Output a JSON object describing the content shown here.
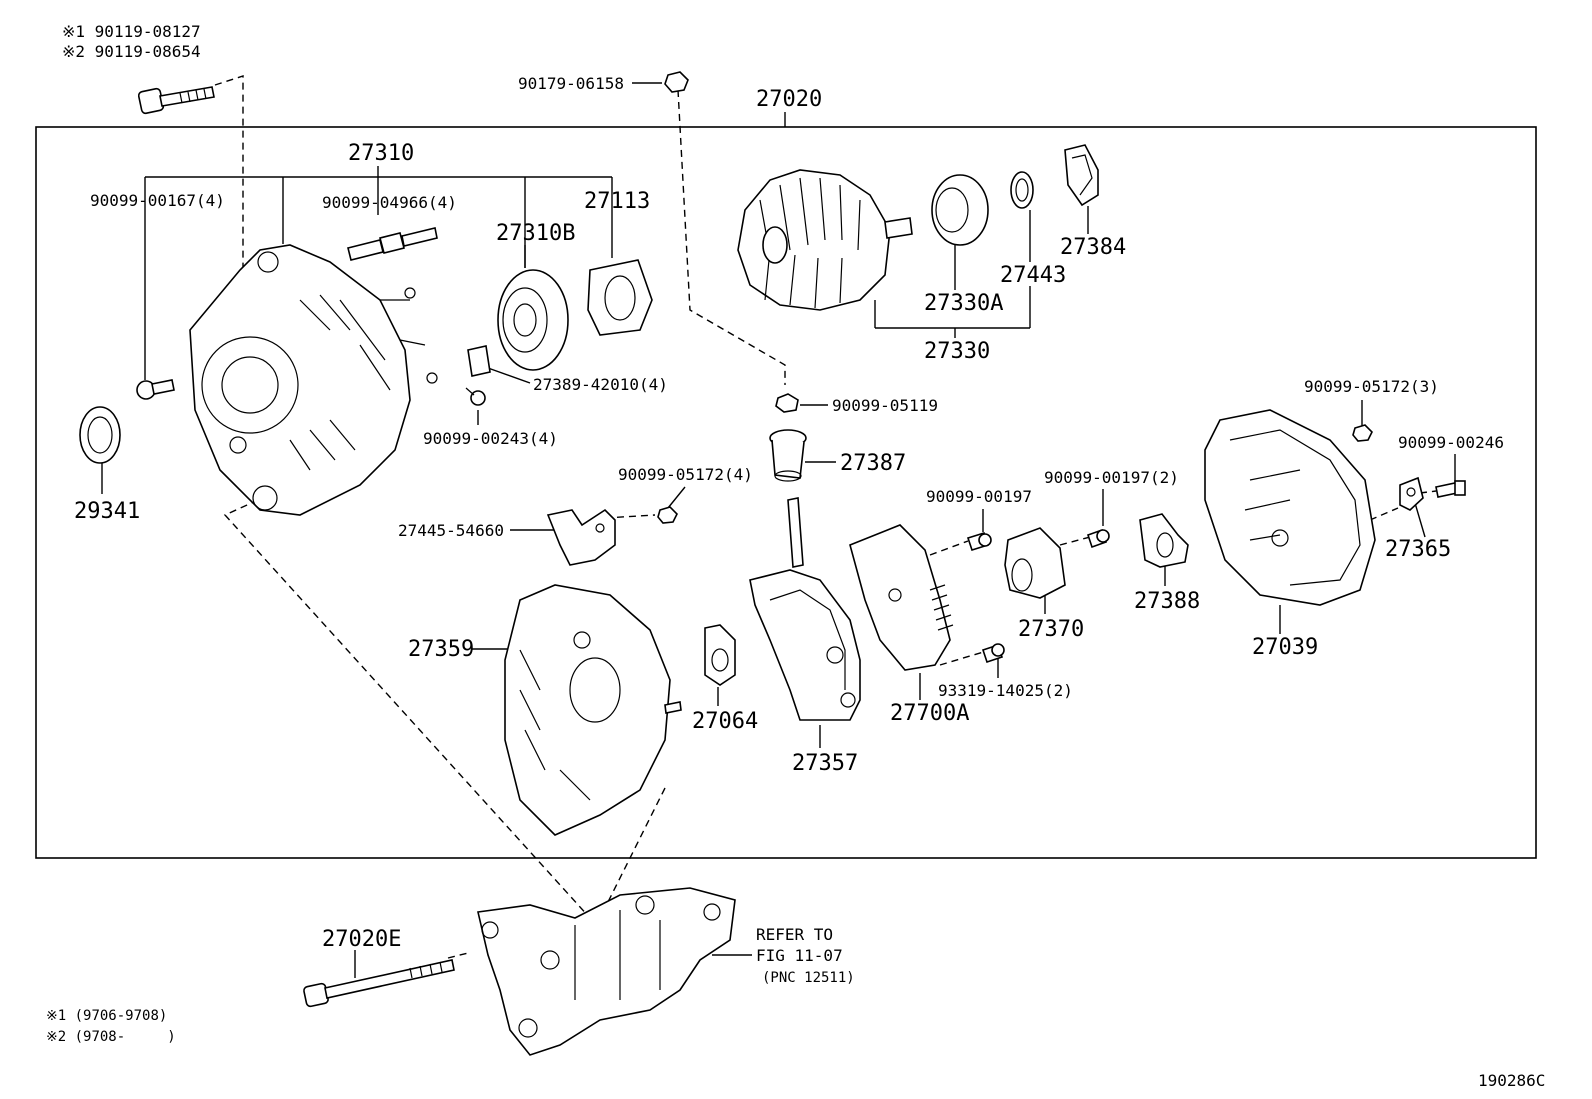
{
  "figure_code": "190286C",
  "notes": {
    "bolt_alt_1": "※1 90119-08127",
    "bolt_alt_2": "※2 90119-08654",
    "date_range_1": "※1 (9706-9708)",
    "date_range_2": "※2 (9708-     )"
  },
  "assembly": {
    "number": "27020"
  },
  "reference": {
    "line1": "REFER TO",
    "line2": "FIG 11-07",
    "line3": "(PNC 12511)"
  },
  "parts": {
    "p27310": "27310",
    "p90099_00167": "90099-00167(4)",
    "p90099_04966": "90099-04966(4)",
    "p27310B": "27310B",
    "p27113": "27113",
    "p27389_42010": "27389-42010(4)",
    "p90099_00243": "90099-00243(4)",
    "p29341": "29341",
    "p90179_06158": "90179-06158",
    "p27384": "27384",
    "p27443": "27443",
    "p27330A": "27330A",
    "p27330": "27330",
    "p90099_05119": "90099-05119",
    "p27387": "27387",
    "p90099_05172_3": "90099-05172(3)",
    "p90099_00246": "90099-00246",
    "p27365": "27365",
    "p90099_05172_4": "90099-05172(4)",
    "p27445_54660": "27445-54660",
    "p90099_00197": "90099-00197",
    "p90099_00197_2": "90099-00197(2)",
    "p27370": "27370",
    "p27388": "27388",
    "p27039": "27039",
    "p27359": "27359",
    "p27064": "27064",
    "p27357": "27357",
    "p27700A": "27700A",
    "p93319_14025": "93319-14025(2)",
    "p27020E": "27020E"
  }
}
